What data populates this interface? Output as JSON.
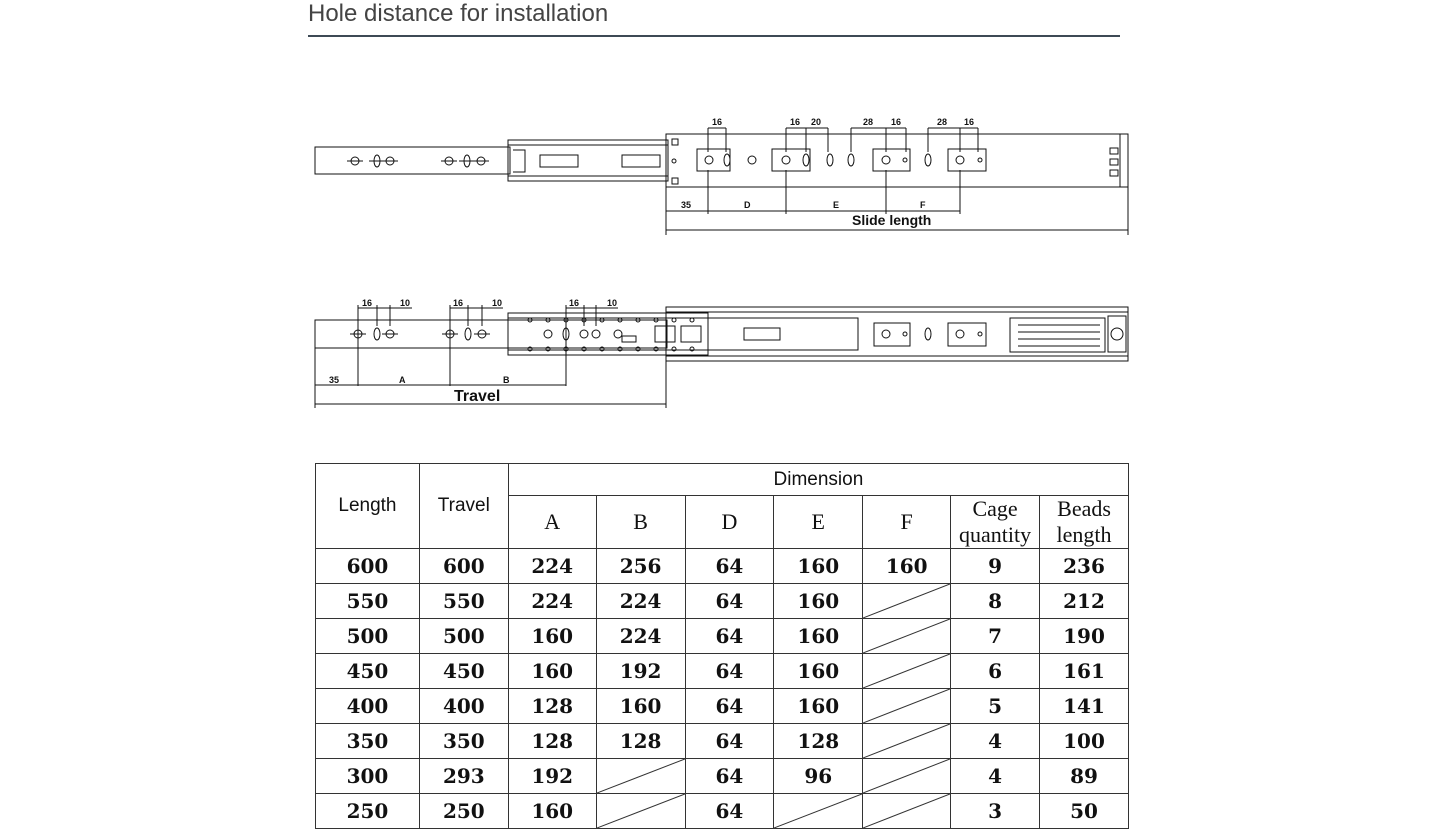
{
  "page": {
    "title": "Hole distance for installation"
  },
  "drawing_top": {
    "labels": {
      "d16a": "16",
      "d16b": "16",
      "d20": "20",
      "d28a": "28",
      "d16c": "16",
      "d28b": "28",
      "d16d": "16",
      "b35": "35",
      "bD": "D",
      "bE": "E",
      "bF": "F",
      "slide": "Slide length"
    }
  },
  "drawing_bottom": {
    "labels": {
      "t16a": "16",
      "t10a": "10",
      "t16b": "16",
      "t10b": "10",
      "t16c": "16",
      "t10c": "10",
      "b35": "35",
      "bA": "A",
      "bB": "B",
      "travel": "Travel"
    }
  },
  "table": {
    "headers": {
      "length": "Length",
      "travel": "Travel",
      "dimension": "Dimension",
      "A": "A",
      "B": "B",
      "D": "D",
      "E": "E",
      "F": "F",
      "cage": "Cage quantity",
      "beads": "Beads length"
    },
    "rows": [
      {
        "length": "600",
        "travel": "600",
        "A": "224",
        "B": "256",
        "D": "64",
        "E": "160",
        "F": "160",
        "cage": "9",
        "beads": "236"
      },
      {
        "length": "550",
        "travel": "550",
        "A": "224",
        "B": "224",
        "D": "64",
        "E": "160",
        "F": "",
        "cage": "8",
        "beads": "212"
      },
      {
        "length": "500",
        "travel": "500",
        "A": "160",
        "B": "224",
        "D": "64",
        "E": "160",
        "F": "",
        "cage": "7",
        "beads": "190"
      },
      {
        "length": "450",
        "travel": "450",
        "A": "160",
        "B": "192",
        "D": "64",
        "E": "160",
        "F": "",
        "cage": "6",
        "beads": "161"
      },
      {
        "length": "400",
        "travel": "400",
        "A": "128",
        "B": "160",
        "D": "64",
        "E": "160",
        "F": "",
        "cage": "5",
        "beads": "141"
      },
      {
        "length": "350",
        "travel": "350",
        "A": "128",
        "B": "128",
        "D": "64",
        "E": "128",
        "F": "",
        "cage": "4",
        "beads": "100"
      },
      {
        "length": "300",
        "travel": "293",
        "A": "192",
        "B": "",
        "D": "64",
        "E": "96",
        "F": "",
        "cage": "4",
        "beads": "89"
      },
      {
        "length": "250",
        "travel": "250",
        "A": "160",
        "B": "",
        "D": "64",
        "E": "",
        "F": "",
        "cage": "3",
        "beads": "50"
      }
    ]
  }
}
